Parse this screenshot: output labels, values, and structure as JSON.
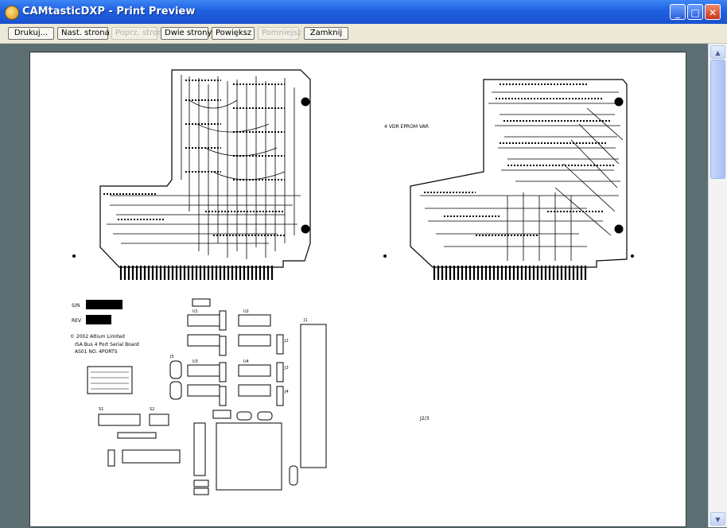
{
  "window": {
    "title": "CAMtasticDXP - Print Preview",
    "icon": "camtastic-app-icon",
    "controls": {
      "minimize": "_",
      "maximize": "□",
      "close": "✕"
    }
  },
  "toolbar": {
    "buttons": [
      {
        "label": "Drukuj...",
        "enabled": true
      },
      {
        "label": "Nast. strona",
        "enabled": true
      },
      {
        "label": "Poprz. strona",
        "enabled": false
      },
      {
        "label": "Dwie strony",
        "enabled": true
      },
      {
        "label": "Powiększ",
        "enabled": true
      },
      {
        "label": "Pomniejsz",
        "enabled": false
      },
      {
        "label": "Zamknij",
        "enabled": true
      }
    ]
  },
  "sheet": {
    "left_board_text": {
      "sn": "S/N",
      "rev": "REV",
      "copyright": "© 2002 Altium Limited",
      "product": "ISA Bus 4 Port Serial Board",
      "part": "AS01 NO. 4PORTS",
      "lab_s1": "S1",
      "lab_s2": "S2",
      "lab_j1": "J1",
      "lab_j2": "J2",
      "lab_j3": "J3",
      "lab_j4": "J4",
      "lab_j5": "J5",
      "lab_u1": "U1",
      "lab_u2": "U2",
      "lab_u3": "U3",
      "lab_u4": "U4"
    },
    "right_board_text": {
      "label": "4 VDR EPROM VAR",
      "bottom_label": "J2/3"
    }
  },
  "colors": {
    "title_bar": "#1f5fe0",
    "toolbar": "#ece9d8",
    "workspace": "#5c6e72",
    "page": "#ffffff",
    "ink": "#000000"
  }
}
